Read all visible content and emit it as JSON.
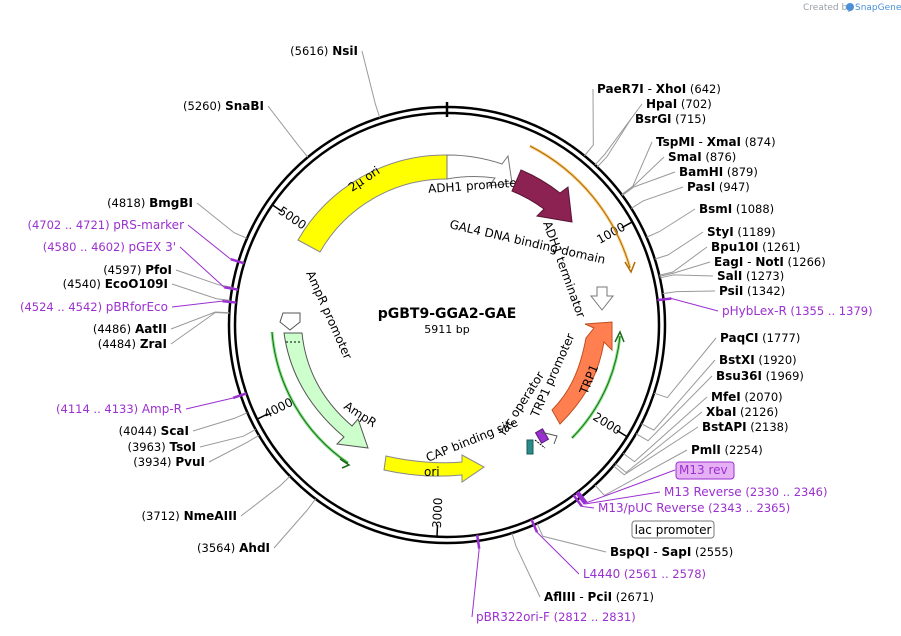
{
  "credit": {
    "prefix": "Created by",
    "brand": "SnapGene"
  },
  "map": {
    "name": "pGBT9-GGA2-GAE",
    "length": "5911 bp"
  },
  "ticks": [
    {
      "label": "1000",
      "bp": 1000
    },
    {
      "label": "2000",
      "bp": 2000
    },
    {
      "label": "3000",
      "bp": 3000
    },
    {
      "label": "4000",
      "bp": 4000
    },
    {
      "label": "5000",
      "bp": 5000
    }
  ],
  "enzymes": [
    {
      "parts": [
        "PaeR7I",
        "XhoI"
      ],
      "pos": "(642)"
    },
    {
      "parts": [
        "HpaI"
      ],
      "pos": "(702)"
    },
    {
      "parts": [
        "BsrGI"
      ],
      "pos": "(715)"
    },
    {
      "parts": [
        "TspMI",
        "XmaI"
      ],
      "pos": "(874)"
    },
    {
      "parts": [
        "SmaI"
      ],
      "pos": "(876)"
    },
    {
      "parts": [
        "BamHI"
      ],
      "pos": "(879)"
    },
    {
      "parts": [
        "PasI"
      ],
      "pos": "(947)"
    },
    {
      "parts": [
        "BsmI"
      ],
      "pos": "(1088)"
    },
    {
      "parts": [
        "StyI"
      ],
      "pos": "(1189)"
    },
    {
      "parts": [
        "Bpu10I"
      ],
      "pos": "(1261)"
    },
    {
      "parts": [
        "EagI",
        "NotI"
      ],
      "pos": "(1266)"
    },
    {
      "parts": [
        "SalI"
      ],
      "pos": "(1273)"
    },
    {
      "parts": [
        "PsiI"
      ],
      "pos": "(1342)"
    },
    {
      "parts": [
        "PaqCI"
      ],
      "pos": "(1777)"
    },
    {
      "parts": [
        "BstXI"
      ],
      "pos": "(1920)"
    },
    {
      "parts": [
        "Bsu36I"
      ],
      "pos": "(1969)"
    },
    {
      "parts": [
        "MfeI"
      ],
      "pos": "(2070)"
    },
    {
      "parts": [
        "XbaI"
      ],
      "pos": "(2126)"
    },
    {
      "parts": [
        "BstAPI"
      ],
      "pos": "(2138)"
    },
    {
      "parts": [
        "PmlI"
      ],
      "pos": "(2254)"
    },
    {
      "parts": [
        "BspQI",
        "SapI"
      ],
      "pos": "(2555)"
    },
    {
      "parts": [
        "AflIII",
        "PciI"
      ],
      "pos": "(2671)"
    },
    {
      "parts": [
        "AhdI"
      ],
      "pos": "(3564)"
    },
    {
      "parts": [
        "NmeAIII"
      ],
      "pos": "(3712)"
    },
    {
      "parts": [
        "PvuI"
      ],
      "pos": "(3934)"
    },
    {
      "parts": [
        "TsoI"
      ],
      "pos": "(3963)"
    },
    {
      "parts": [
        "ScaI"
      ],
      "pos": "(4044)"
    },
    {
      "parts": [
        "ZraI"
      ],
      "pos": "(4484)"
    },
    {
      "parts": [
        "AatII"
      ],
      "pos": "(4486)"
    },
    {
      "parts": [
        "EcoO109I"
      ],
      "pos": "(4540)"
    },
    {
      "parts": [
        "PfoI"
      ],
      "pos": "(4597)"
    },
    {
      "parts": [
        "BmgBI"
      ],
      "pos": "(4818)"
    },
    {
      "parts": [
        "SnaBI"
      ],
      "pos": "(5260)"
    },
    {
      "parts": [
        "NsiI"
      ],
      "pos": "(5616)"
    }
  ],
  "primers": [
    {
      "name": "pHybLex-R",
      "range": "(1355 .. 1379)"
    },
    {
      "name": "M13 rev",
      "range": ""
    },
    {
      "name": "M13 Reverse",
      "range": "(2330 .. 2346)"
    },
    {
      "name": "M13/pUC Reverse",
      "range": "(2343 .. 2365)"
    },
    {
      "name": "L4440",
      "range": "(2561 .. 2578)"
    },
    {
      "name": "pBR322ori-F",
      "range": "(2812 .. 2831)"
    },
    {
      "name": "Amp-R",
      "range": "(4114 .. 4133)"
    },
    {
      "name": "pBRforEco",
      "range": "(4524 .. 4542)"
    },
    {
      "name": "pGEX 3'",
      "range": "(4580 .. 4602)"
    },
    {
      "name": "pRS-marker",
      "range": "(4702 .. 4721)"
    }
  ],
  "features": {
    "adh1_promoter": "ADH1 promoter",
    "gal4_dbd": "GAL4 DNA binding domain",
    "adh1_terminator": "ADH1 terminator",
    "trp1_promoter": "TRP1 promoter",
    "trp1": "TRP1",
    "lac_operator": "lac operator",
    "cap_site": "CAP binding site",
    "lac_promoter": "lac promoter",
    "ori": "ori",
    "ampr": "AmpR",
    "ampr_promoter": "AmpR promoter",
    "two_micron": "2μ ori"
  },
  "colors": {
    "backbone": "#000000",
    "primer": "#9b30d0",
    "yellow": "#ffff00",
    "gal4": "#8b2252",
    "trp1": "#ff7f50",
    "ampr": "#ccffcc",
    "orange_primer": "#f5a623",
    "green_primer": "#32cd32"
  }
}
